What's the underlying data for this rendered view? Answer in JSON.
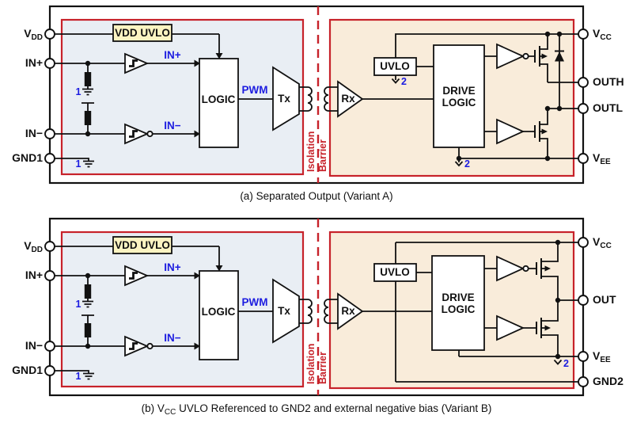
{
  "colors": {
    "input_region_fill": "#e9eef4",
    "output_region_fill": "#f9ecda",
    "barrier_red": "#c7222a",
    "signal_blue": "#1c1ce0",
    "uvlo_yellow": "#fcf4c2"
  },
  "diagram_a": {
    "caption": "(a) Separated Output (Variant A)",
    "pins_left": {
      "vdd_base": "V",
      "vdd_sub": "DD",
      "in_plus": "IN+",
      "in_minus": "IN−",
      "gnd1": "GND1"
    },
    "pins_right": {
      "vcc_base": "V",
      "vcc_sub": "CC",
      "outh": "OUTH",
      "outl": "OUTL",
      "vee_base": "V",
      "vee_sub": "EE"
    },
    "blocks": {
      "vdd_uvlo": "VDD UVLO",
      "logic": "LOGIC",
      "tx": "Tx",
      "rx": "Rx",
      "uvlo": "UVLO",
      "drive_line1": "DRIVE",
      "drive_line2": "LOGIC"
    },
    "signals": {
      "in_plus": "IN+",
      "in_minus": "IN−",
      "pwm": "PWM"
    },
    "barrier": {
      "word1": "Isolation",
      "word2": "Barrier"
    },
    "refs": {
      "in_plus_gnd": "1",
      "gnd1": "1",
      "uvlo_gnd": "2",
      "vee_gnd": "2"
    }
  },
  "diagram_b": {
    "caption_pre": "(b) V",
    "caption_sub": "CC",
    "caption_post": " UVLO Referenced to GND2 and external negative bias (Variant B)",
    "pins_left": {
      "vdd_base": "V",
      "vdd_sub": "DD",
      "in_plus": "IN+",
      "in_minus": "IN−",
      "gnd1": "GND1"
    },
    "pins_right": {
      "vcc_base": "V",
      "vcc_sub": "CC",
      "out": "OUT",
      "vee_base": "V",
      "vee_sub": "EE",
      "gnd2": "GND2"
    },
    "blocks": {
      "vdd_uvlo": "VDD UVLO",
      "logic": "LOGIC",
      "tx": "Tx",
      "rx": "Rx",
      "uvlo": "UVLO",
      "drive_line1": "DRIVE",
      "drive_line2": "LOGIC"
    },
    "signals": {
      "in_plus": "IN+",
      "in_minus": "IN−",
      "pwm": "PWM"
    },
    "barrier": {
      "word1": "Isolation",
      "word2": "Barrier"
    },
    "refs": {
      "in_plus_gnd": "1",
      "gnd1": "1",
      "vee_gnd": "2"
    }
  }
}
